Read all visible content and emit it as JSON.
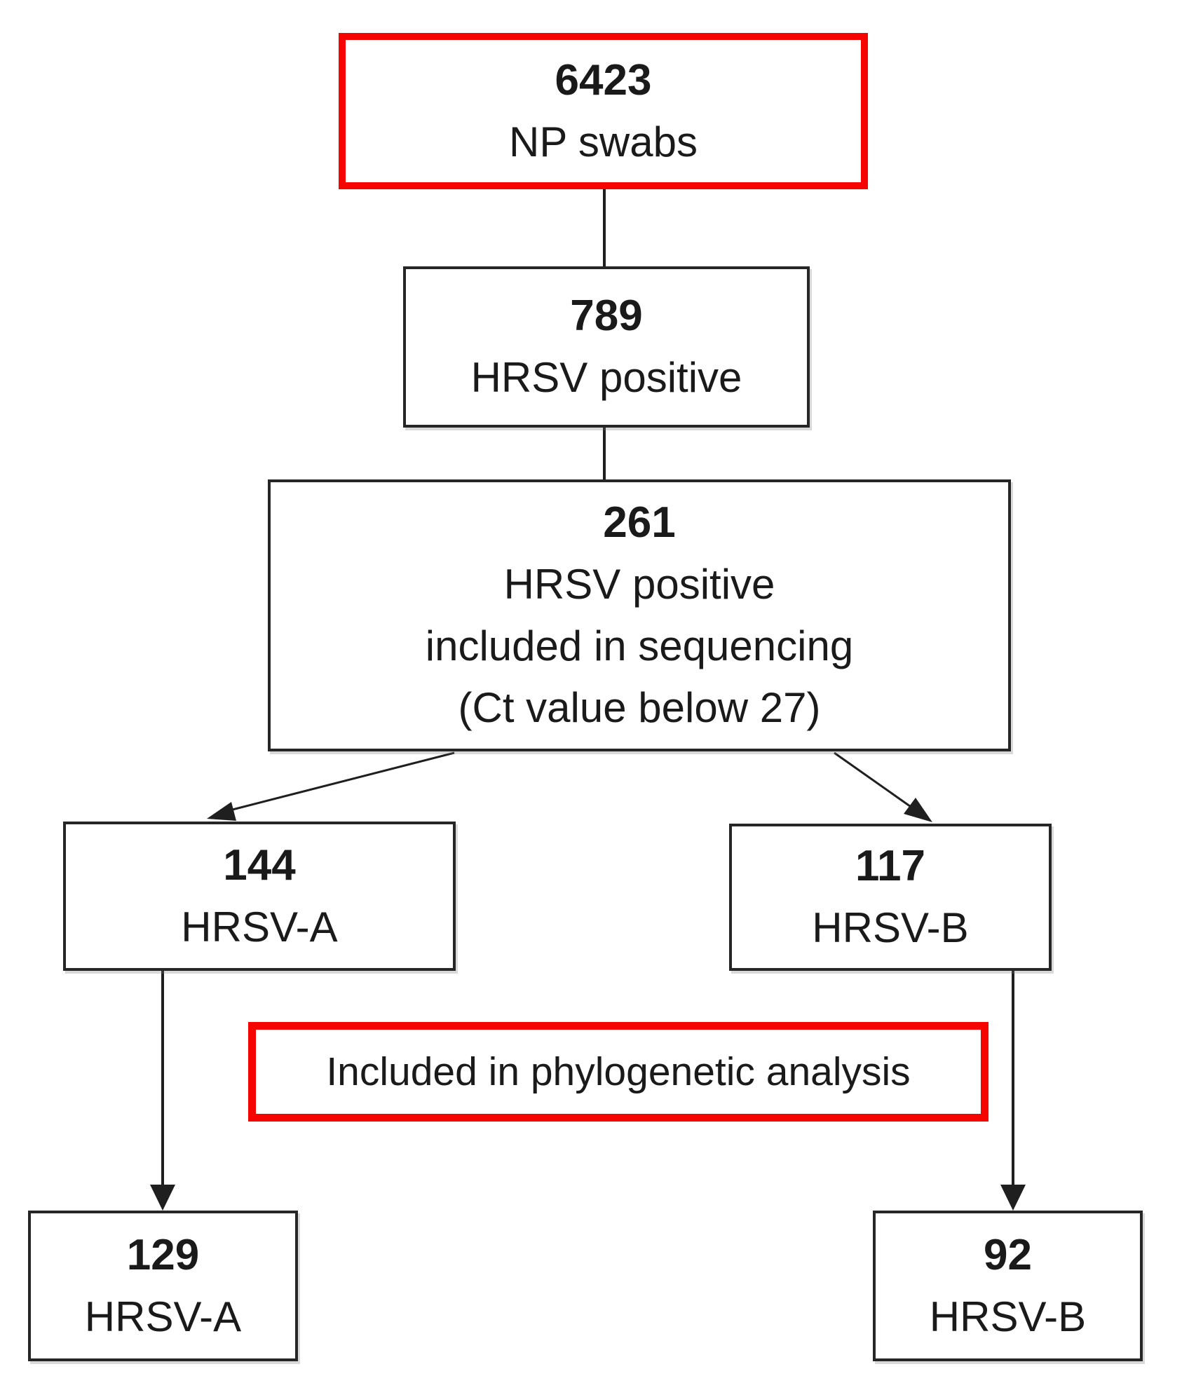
{
  "colors": {
    "highlight_red": "#f60400",
    "box_border": "#262626",
    "text": "#1a1a1a",
    "background": "#ffffff"
  },
  "flowchart": {
    "nodes": [
      {
        "id": "np_swabs",
        "count": "6423",
        "label_lines": [
          "NP swabs"
        ],
        "highlighted": true
      },
      {
        "id": "hrsv_positive",
        "count": "789",
        "label_lines": [
          "HRSV positive"
        ],
        "highlighted": false
      },
      {
        "id": "sequenced",
        "count": "261",
        "label_lines": [
          "HRSV positive",
          "included in sequencing",
          "(Ct value below 27)"
        ],
        "highlighted": false
      },
      {
        "id": "hrsv_a_sequenced",
        "count": "144",
        "label_lines": [
          "HRSV-A"
        ],
        "highlighted": false
      },
      {
        "id": "hrsv_b_sequenced",
        "count": "117",
        "label_lines": [
          "HRSV-B"
        ],
        "highlighted": false
      },
      {
        "id": "phylo_banner",
        "count": "",
        "label_lines": [
          "Included in phylogenetic analysis"
        ],
        "highlighted": true
      },
      {
        "id": "hrsv_a_phylo",
        "count": "129",
        "label_lines": [
          "HRSV-A"
        ],
        "highlighted": false
      },
      {
        "id": "hrsv_b_phylo",
        "count": "92",
        "label_lines": [
          "HRSV-B"
        ],
        "highlighted": false
      }
    ]
  }
}
